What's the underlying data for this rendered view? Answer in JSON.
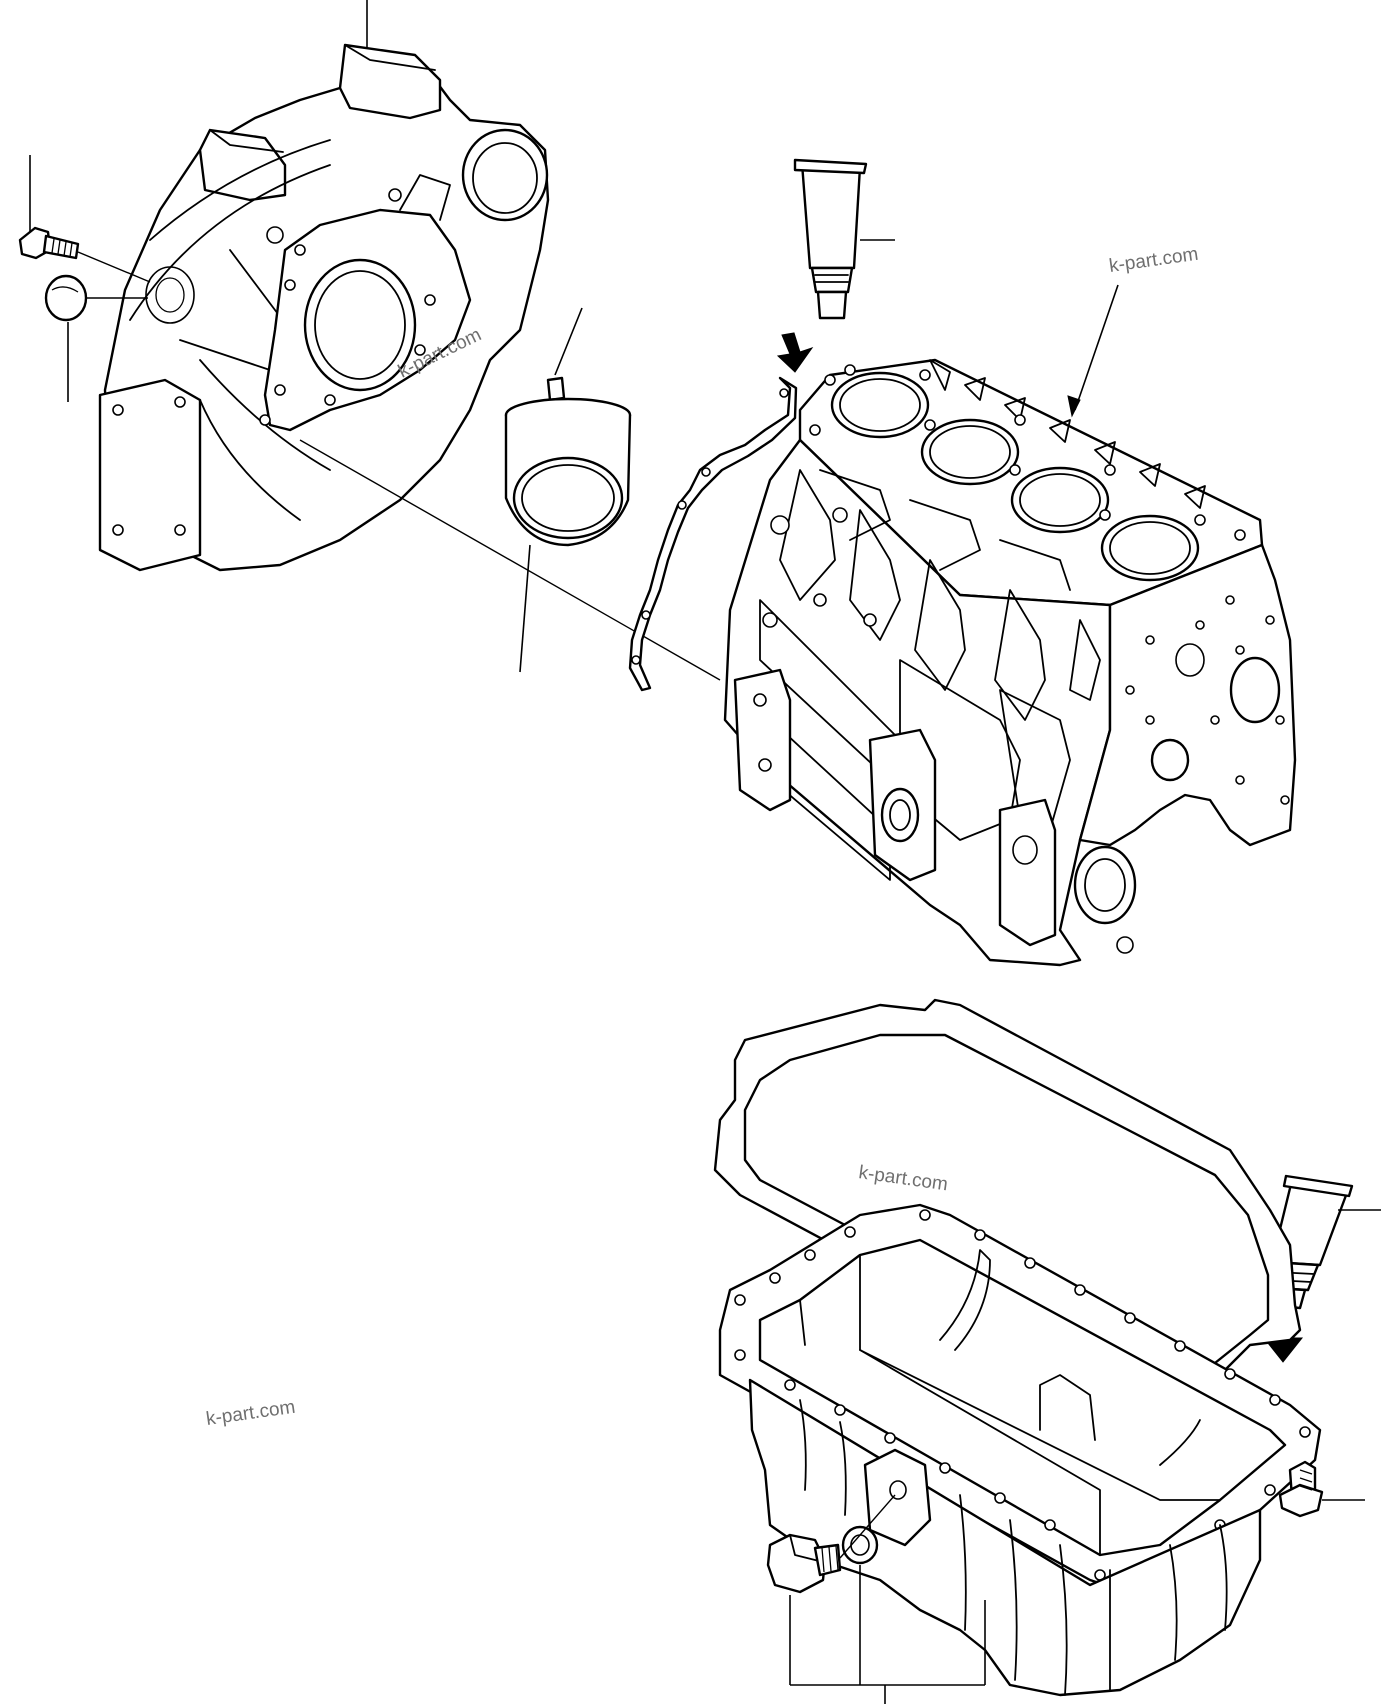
{
  "watermarks": {
    "top_right": "k-part.com",
    "flywheel_housing": "k-part.com",
    "center": "k-part.com",
    "bottom_left": "k-part.com"
  },
  "icons": [
    "flywheel-housing-icon",
    "oil-seal-icon",
    "bolt-icon",
    "plug-cap-icon",
    "dowel-pin-icon",
    "sealant-tube-icon",
    "rear-plate-gasket-icon",
    "cylinder-block-icon",
    "oil-pan-gasket-icon",
    "oil-pan-icon",
    "drain-plug-icon",
    "washer-icon"
  ],
  "colors": {
    "line": "#000000",
    "background": "#ffffff",
    "watermark": "#6f6f6f"
  }
}
